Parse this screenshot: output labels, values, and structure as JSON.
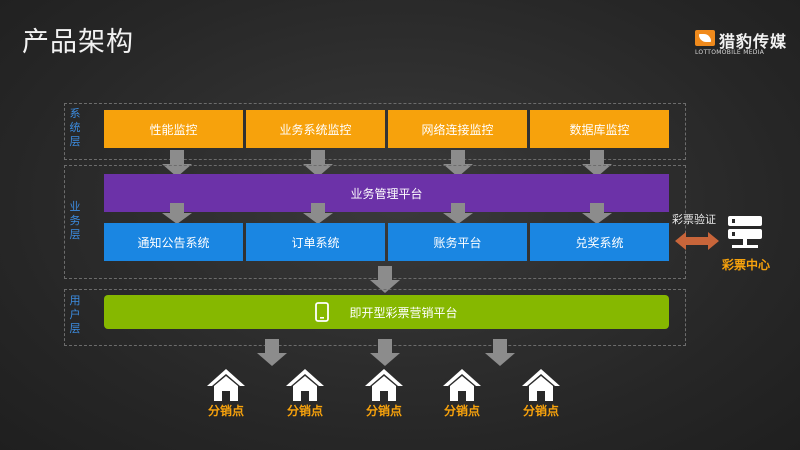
{
  "title": "产品架构",
  "brand": {
    "name_cn": "猎豹传媒",
    "name_en": "LOTTOMOBILE MEDIA"
  },
  "layers": {
    "system": {
      "label": "系统层",
      "items": [
        "性能监控",
        "业务系统监控",
        "网络连接监控",
        "数据库监控"
      ]
    },
    "business": {
      "label": "业务层",
      "platform": "业务管理平台",
      "items": [
        "通知公告系统",
        "订单系统",
        "账务平台",
        "兑奖系统"
      ]
    },
    "user": {
      "label": "用户层",
      "platform": "即开型彩票营销平台"
    }
  },
  "verification": {
    "label": "彩票验证",
    "center": "彩票中心"
  },
  "outlets": [
    "分销点",
    "分销点",
    "分销点",
    "分销点",
    "分销点"
  ],
  "colors": {
    "orange": "#f7a20c",
    "blue": "#1a86e2",
    "purple": "#6c32a8",
    "green": "#86b800"
  },
  "icons": {
    "phone": "phone-icon",
    "server": "server-icon",
    "house": "house-icon",
    "double_arrow": "double-arrow-icon"
  }
}
